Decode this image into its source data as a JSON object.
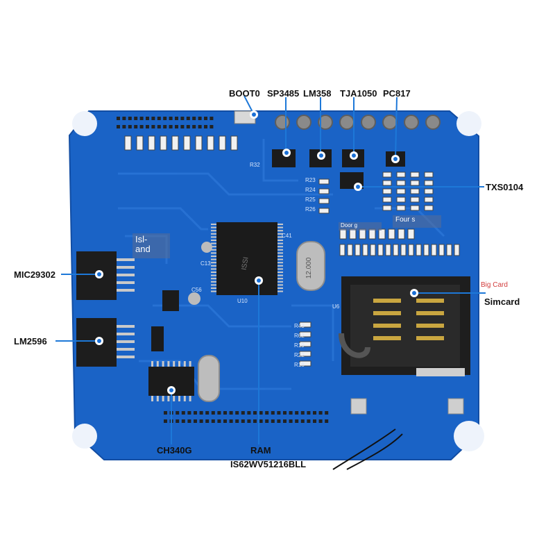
{
  "colors": {
    "pcb": "#1a63c6",
    "pcb_dark": "#124da3",
    "trace": "#2a74d6",
    "chip": "#1b1b1b",
    "pin": "#c9c9c9",
    "hole": "#dcdcdc",
    "connector": "#8a8a8a",
    "callout_line": "#1d78d8",
    "dot_outer": "#ffffff",
    "dot_inner": "#1a70d6",
    "accent_red": "#d23b3b"
  },
  "labels": {
    "boot0": "BOOT0",
    "sp3485": "SP3485",
    "lm358": "LM358",
    "tja1050": "TJA1050",
    "pc817": "PC817",
    "txs0104": "TXS0104",
    "mic29302": "MIC29302",
    "lm2596": "LM2596",
    "simcard": "Simcard",
    "ch340g": "CH340G",
    "ram": "RAM",
    "ram_part": "IS62WV51216BLL"
  },
  "overlays": {
    "island": "Isl-\nand",
    "door": "Door g",
    "four": "Four s",
    "big_card": "Big Card"
  },
  "silkscreen": {
    "u10": "U10",
    "u6": "U6",
    "c13": "C13",
    "c56": "C56",
    "c41": "C41",
    "r32": "R32",
    "r23": "R23",
    "r24": "R24",
    "r25": "R25",
    "r26": "R26",
    "r43": "R43",
    "r62": "R62",
    "r19": "R19",
    "r22": "R22",
    "r18": "R18",
    "crystal": "12.000"
  }
}
